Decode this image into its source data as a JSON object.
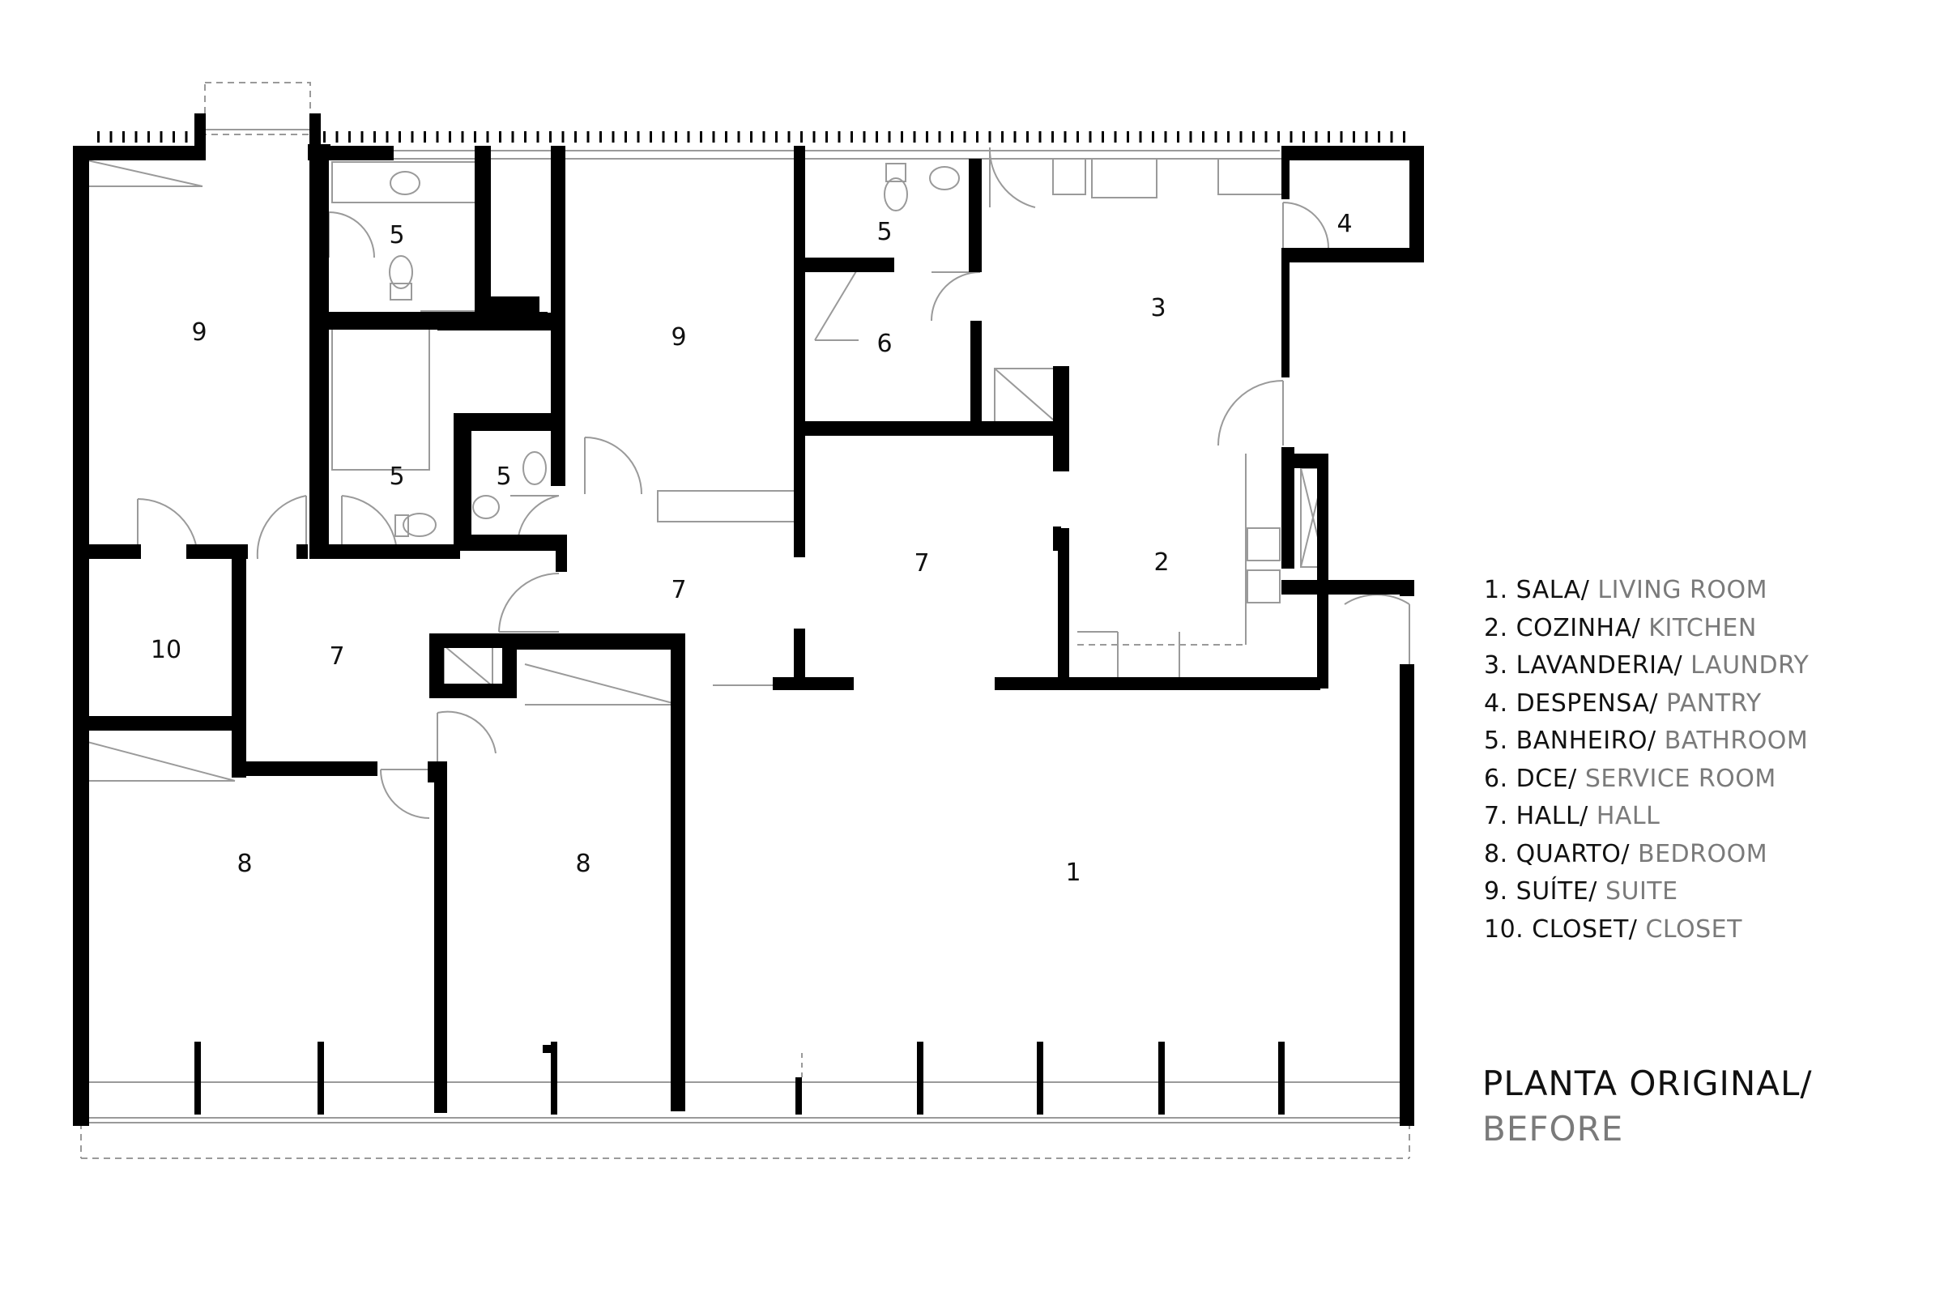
{
  "rooms": [
    {
      "id": "r1",
      "number": "1"
    },
    {
      "id": "r2",
      "number": "2"
    },
    {
      "id": "r3",
      "number": "3"
    },
    {
      "id": "r4",
      "number": "4"
    },
    {
      "id": "r5a",
      "number": "5"
    },
    {
      "id": "r5b",
      "number": "5"
    },
    {
      "id": "r5c",
      "number": "5"
    },
    {
      "id": "r5d",
      "number": "5"
    },
    {
      "id": "r6",
      "number": "6"
    },
    {
      "id": "r7a",
      "number": "7"
    },
    {
      "id": "r7b",
      "number": "7"
    },
    {
      "id": "r7c",
      "number": "7"
    },
    {
      "id": "r8a",
      "number": "8"
    },
    {
      "id": "r8b",
      "number": "8"
    },
    {
      "id": "r9a",
      "number": "9"
    },
    {
      "id": "r9b",
      "number": "9"
    },
    {
      "id": "r10",
      "number": "10"
    }
  ],
  "legend": [
    {
      "pt": "1. SALA/",
      "en": "LIVING ROOM"
    },
    {
      "pt": "2. COZINHA/",
      "en": "KITCHEN"
    },
    {
      "pt": "3. LAVANDERIA/",
      "en": "LAUNDRY"
    },
    {
      "pt": "4. DESPENSA/",
      "en": "PANTRY"
    },
    {
      "pt": "5. BANHEIRO/",
      "en": "BATHROOM"
    },
    {
      "pt": "6. DCE/",
      "en": "SERVICE ROOM"
    },
    {
      "pt": "7. HALL/",
      "en": "HALL"
    },
    {
      "pt": "8. QUARTO/",
      "en": "BEDROOM"
    },
    {
      "pt": "9. SUÍTE/",
      "en": "SUITE"
    },
    {
      "pt": "10. CLOSET/",
      "en": "CLOSET"
    }
  ],
  "title": {
    "line1": "PLANTA ORIGINAL/",
    "line2": "BEFORE"
  },
  "colors": {
    "wall": "#000000",
    "thin": "#9a9a9a",
    "secondary_text": "#7a7a7a"
  }
}
